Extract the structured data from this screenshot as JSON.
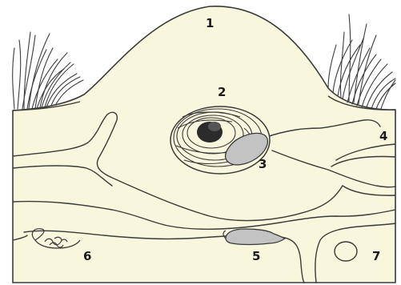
{
  "labels": {
    "mound": "1",
    "nest": "2",
    "nest_chamber": "3",
    "tunnel_right": "4",
    "mole": "5",
    "food_store": "6",
    "hollow": "7"
  },
  "colors": {
    "soil": "#f8f6dc",
    "outline": "#3a3a3a",
    "mole": "#c3c3c3",
    "grass": "#3c3c3c",
    "background": "#ffffff"
  }
}
